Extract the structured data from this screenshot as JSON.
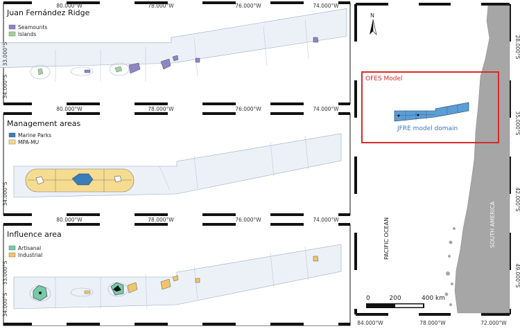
{
  "panels": [
    {
      "title": "Juan Fernández Ridge",
      "legend": [
        {
          "label": "Seamounts",
          "color": "#8e86c2"
        },
        {
          "label": "Islands",
          "color": "#9fd39a"
        }
      ]
    },
    {
      "title": "Management areas",
      "legend": [
        {
          "label": "Marine Parks",
          "color": "#3b7dbb"
        },
        {
          "label": "MPA-MU",
          "color": "#f6dc90"
        }
      ]
    },
    {
      "title": "Influence area",
      "legend": [
        {
          "label": "Artisanal",
          "color": "#78c9a6"
        },
        {
          "label": "Industrial",
          "color": "#f0c66a"
        }
      ]
    }
  ],
  "axes": {
    "top_lon": [
      "80.000°W",
      "78.000°W",
      "76.000°W",
      "74.000°W"
    ],
    "bottom_lon": [
      "80.000°W",
      "78.000°W",
      "76.000°W",
      "74.000°W"
    ],
    "left_lat": [
      "33.000°S",
      "34.000°S"
    ],
    "map_lon": [
      "84.000°W",
      "78.000°W",
      "72.000°W"
    ],
    "map_lat": [
      "28.000°S",
      "35.000°S",
      "42.000°S",
      "49.000°S"
    ]
  },
  "overview": {
    "north_label": "N",
    "ofes_label": "OFES Model",
    "jfre_label": "JFRE model domain",
    "ocean_label": "PACIFIC OCEAN",
    "continent_label": "SOUTH AMERICA",
    "scale_labels": [
      "0",
      "200",
      "400 km"
    ],
    "colors": {
      "land": "#a6a6a6",
      "ofes_box": "#d62b2b",
      "domain": "#5b9ed6"
    }
  }
}
